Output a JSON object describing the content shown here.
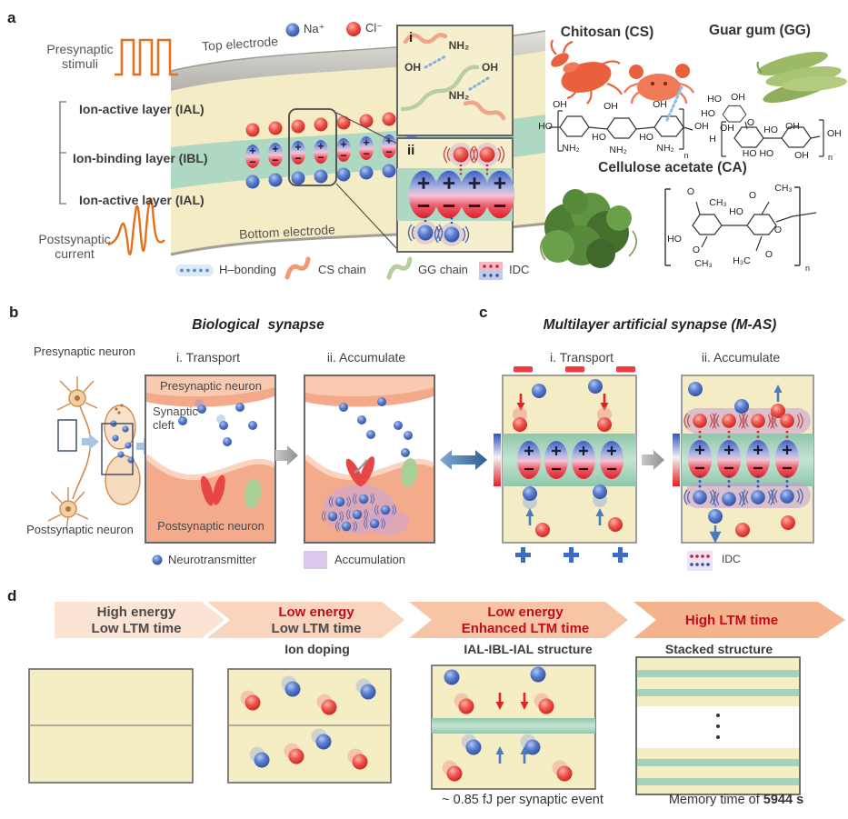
{
  "panel_a": {
    "label": "a",
    "presynaptic_line1": "Presynaptic",
    "presynaptic_line2": "stimuli",
    "top_electrode": "Top electrode",
    "bottom_electrode": "Bottom electrode",
    "ion_legend": {
      "na": "Na⁺",
      "cl": "Cl⁻"
    },
    "layer_labels": [
      "Ion-active layer (IAL)",
      "Ion-binding layer (IBL)",
      "Ion-active layer (IAL)"
    ],
    "postsynaptic_line1": "Postsynaptic",
    "postsynaptic_line2": "current",
    "inset_i": {
      "label": "i",
      "nh2_top": "NH₂",
      "oh_left": "OH",
      "oh_right": "OH",
      "nh2_bottom": "NH₂"
    },
    "inset_ii": {
      "label": "ii"
    },
    "materials": {
      "chitosan": "Chitosan (CS)",
      "guar_gum": "Guar gum (GG)",
      "cellulose_acetate": "Cellulose acetate (CA)"
    },
    "chem_cs": [
      "OH",
      "OH",
      "OH",
      "HO",
      "HO",
      "NH₂",
      "HO",
      "NH₂",
      "NH₂",
      "OH",
      "n"
    ],
    "chem_gg": [
      "HO",
      "OH",
      "HO",
      "OH",
      "O",
      "H",
      "HO",
      "OH",
      "OH",
      "HO HO",
      "OH",
      "n"
    ],
    "chem_ca": [
      "O",
      "CH₃",
      "O",
      "CH₃",
      "HO",
      "HO",
      "O",
      "CH₃",
      "H₃C",
      "O",
      "O",
      "n"
    ],
    "legend": {
      "h_bonding": "H–bonding",
      "cs_chain": "CS chain",
      "gg_chain": "GG chain",
      "idc": "IDC"
    }
  },
  "panel_b": {
    "label": "b",
    "title": "Biological synapse",
    "presynaptic_neuron": "Presynaptic neuron",
    "postsynaptic_neuron": "Postsynaptic neuron",
    "step_i": "i. Transport",
    "step_ii": "ii. Accumulate",
    "box_presynaptic": "Presynaptic neuron",
    "box_cleft_line1": "Synaptic",
    "box_cleft_line2": "cleft",
    "box_postsynaptic": "Postsynaptic neuron",
    "legend_neurotransmitter": "Neurotransmitter",
    "legend_accumulation": "Accumulation"
  },
  "panel_c": {
    "label": "c",
    "title": "Multilayer artificial synapse (M-AS)",
    "step_i": "i. Transport",
    "step_ii": "ii. Accumulate",
    "legend_idc": "IDC"
  },
  "panel_d": {
    "label": "d",
    "banner": [
      {
        "line1": "High energy",
        "line2": "Low LTM time"
      },
      {
        "line1": "Low energy",
        "line2": "Low LTM time"
      },
      {
        "line1": "Low energy",
        "line2": "Enhanced LTM time"
      },
      {
        "line1": "High LTM time",
        "line2": ""
      }
    ],
    "sublabels": {
      "ion_doping": "Ion doping",
      "ial_ibl_ial": "IAL-IBL-IAL structure",
      "stacked": "Stacked structure"
    },
    "caption_energy": "~ 0.85 fJ per synaptic event",
    "caption_memory_prefix": "Memory time of ",
    "caption_memory_bold": "5944 s"
  },
  "colors": {
    "ial_yellow": "#f3ecc5",
    "ibl_green": "#aed8c2",
    "electrode_gray": "#c9c7c1",
    "na_blue": "#4a6dc0",
    "cl_red": "#e0302e",
    "stimulus_orange": "#e2711d",
    "accumulation_purple": "#c9a8da",
    "banner_peach": [
      "#fbe4d4",
      "#f9d5bd",
      "#f7c5a6",
      "#f5b38d"
    ],
    "highlight_red_text": "#c00d1e"
  }
}
